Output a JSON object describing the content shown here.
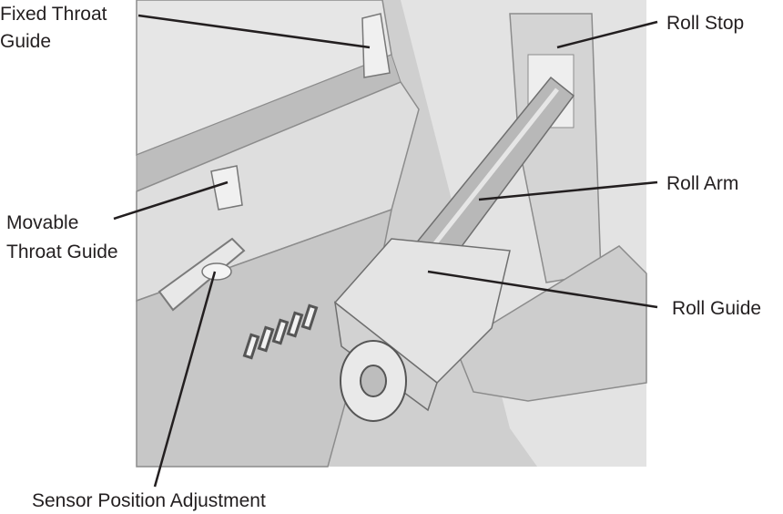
{
  "labels": {
    "fixed_throat_guide": [
      "Fixed Throat",
      "Guide"
    ],
    "movable_throat_guide": [
      "Movable",
      "Throat Guide"
    ],
    "sensor_position_adjustment": "Sensor Position Adjustment",
    "roll_stop": "Roll Stop",
    "roll_arm": "Roll Arm",
    "roll_guide": "Roll Guide"
  },
  "colors": {
    "text": "#231f20",
    "leader": "#231f20",
    "printer_body": "#d9d9d9",
    "printer_dark": "#9a9a9a",
    "roll": "#b5b5b5"
  }
}
